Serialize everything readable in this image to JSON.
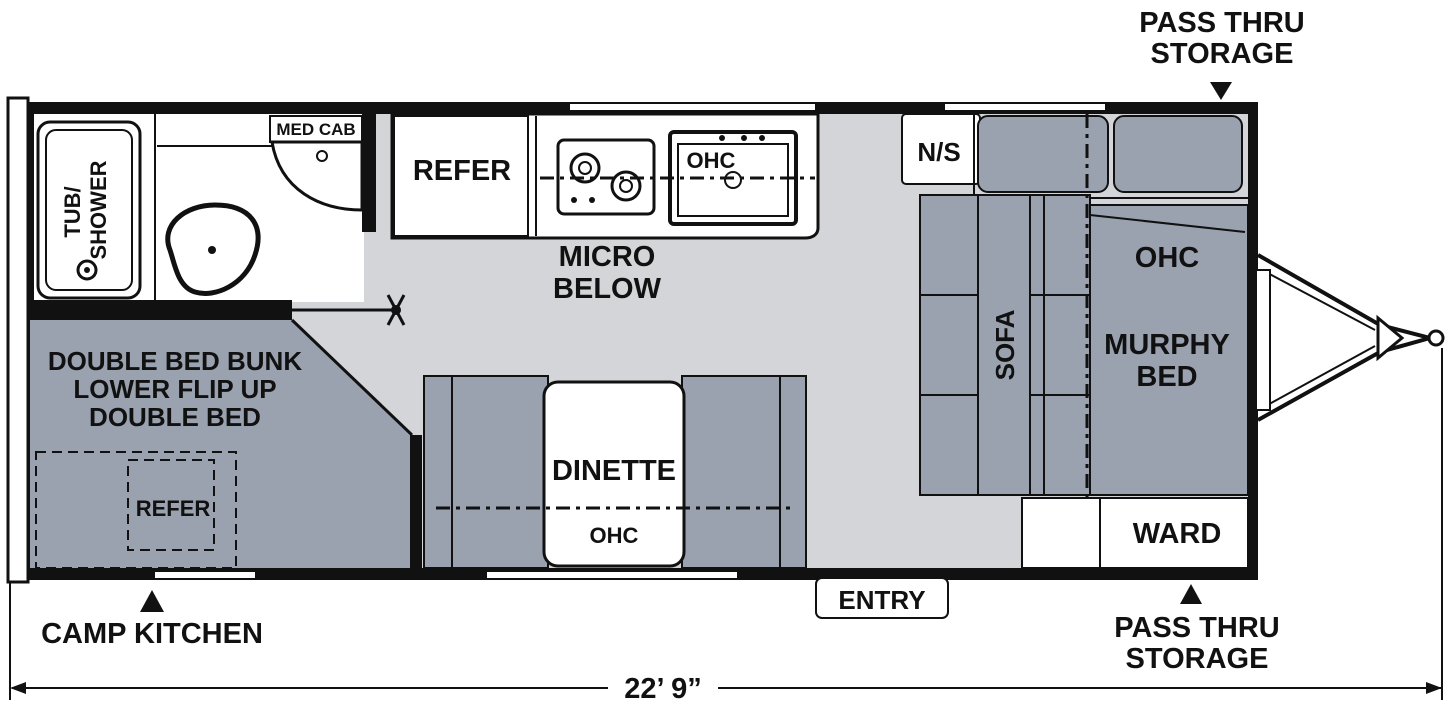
{
  "floorplan": {
    "labels": {
      "tub_shower_1": "TUB/",
      "tub_shower_2": "SHOWER",
      "med_cab": "MED CAB",
      "refer_top": "REFER",
      "ohc_kitchen": "OHC",
      "micro_below_1": "MICRO",
      "micro_below_2": "BELOW",
      "ns": "N/S",
      "ohc_bed": "OHC",
      "sofa": "SOFA",
      "murphy_1": "MURPHY",
      "murphy_2": "BED",
      "bunk_1": "DOUBLE BED BUNK",
      "bunk_2": "LOWER FLIP UP",
      "bunk_3": "DOUBLE BED",
      "refer_bunk": "REFER",
      "dinette": "DINETTE",
      "ohc_dinette": "OHC",
      "ward": "WARD",
      "entry": "ENTRY",
      "pass_thru_top_1": "PASS THRU",
      "pass_thru_top_2": "STORAGE",
      "pass_thru_bottom_1": "PASS THRU",
      "pass_thru_bottom_2": "STORAGE",
      "camp_kitchen": "CAMP KITCHEN",
      "length": "22’ 9”"
    },
    "colors": {
      "wall": "#111111",
      "floor": "#d4d5d8",
      "furniture": "#9aa2b0",
      "background": "#ffffff"
    }
  }
}
